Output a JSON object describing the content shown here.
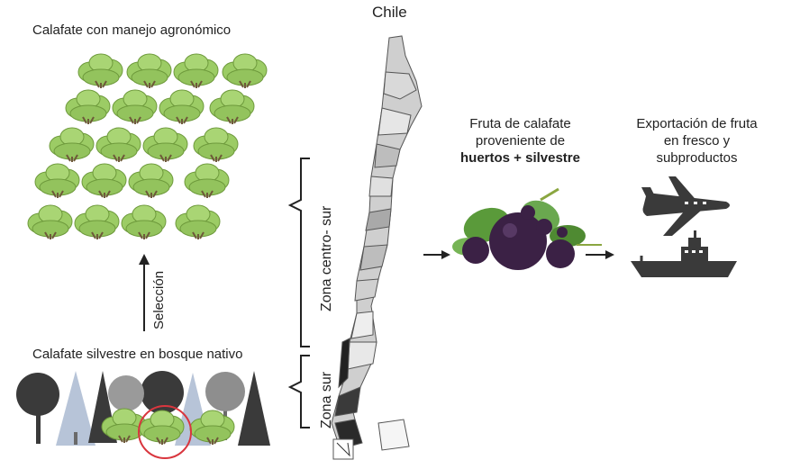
{
  "labels": {
    "managed_title": "Calafate con manejo agronómico",
    "wild_title": "Calafate silvestre en bosque nativo",
    "selection": "Selección",
    "map_title": "Chile",
    "zone_center_south": "Zona centro- sur",
    "zone_south": "Zona sur",
    "fruit_line1": "Fruta de calafate",
    "fruit_line2": "proveniente de",
    "fruit_line3": "huertos + silvestre",
    "export_line1": "Exportación de fruta",
    "export_line2": "en fresco y",
    "export_line3": "subproductos"
  },
  "colors": {
    "shrub_green": "#9ccc65",
    "shrub_dark": "#6e9a3c",
    "tree_dark": "#3a3a3a",
    "tree_gray": "#8a8a8a",
    "tree_blue": "#b7c4d8",
    "berry": "#3b2145",
    "leaf": "#5a9a3a",
    "highlight_circle": "#d9363e",
    "map_fill": "#cfcfcf"
  },
  "icons": [
    "shrub-icon",
    "tree-icon",
    "berry-cluster-icon",
    "airplane-icon",
    "ship-icon",
    "arrow-icon",
    "brace-icon",
    "chile-map"
  ]
}
